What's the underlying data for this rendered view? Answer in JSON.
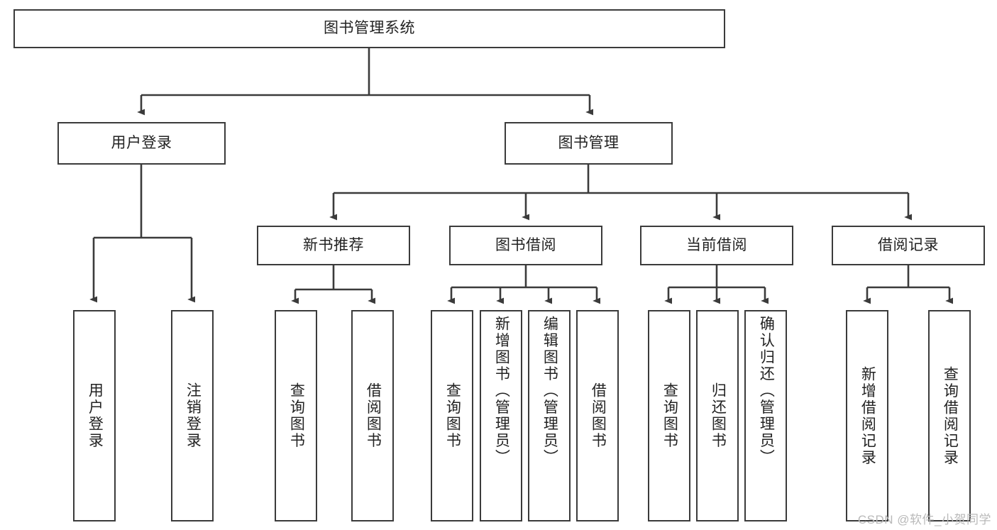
{
  "diagram": {
    "title": "图书管理系统",
    "watermark": "CSDN @软件_小贺同学",
    "line_color": "#3b3b3b",
    "box_fill": "#ffffff",
    "text_color": "#222222",
    "root": {
      "label": "图书管理系统"
    },
    "level2": [
      {
        "label": "用户登录"
      },
      {
        "label": "图书管理"
      }
    ],
    "level3": [
      {
        "label": "新书推荐"
      },
      {
        "label": "图书借阅"
      },
      {
        "label": "当前借阅"
      },
      {
        "label": "借阅记录"
      }
    ],
    "leaves": {
      "user_login": [
        {
          "label": "用户登录"
        },
        {
          "label": "注销登录"
        }
      ],
      "new_book_recommend": [
        {
          "label": "查询图书"
        },
        {
          "label": "借阅图书"
        }
      ],
      "book_borrow": [
        {
          "label": "查询图书"
        },
        {
          "label": "新增图书（管理员）"
        },
        {
          "label": "编辑图书（管理员）"
        },
        {
          "label": "借阅图书"
        }
      ],
      "current_borrow": [
        {
          "label": "查询图书"
        },
        {
          "label": "归还图书"
        },
        {
          "label": "确认归还（管理员）"
        }
      ],
      "borrow_record": [
        {
          "label": "新增借阅记录"
        },
        {
          "label": "查询借阅记录"
        }
      ]
    }
  }
}
